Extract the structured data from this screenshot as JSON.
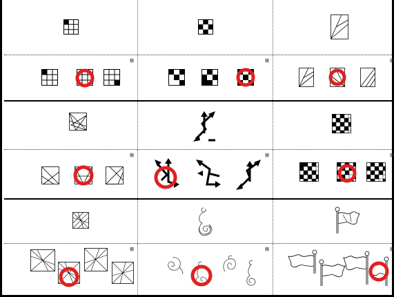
{
  "page": {
    "mirror_mark": "鏡",
    "answer_ring_color": "#e02020"
  },
  "rows": [
    {
      "type": "prompt",
      "puzzles": [
        "grid-3x3",
        "checker-3x3",
        "triangle-square"
      ]
    },
    {
      "type": "options",
      "puzzles": [
        "grid-options",
        "checker-options",
        "triangle-options"
      ],
      "answers": [
        2,
        3,
        2
      ]
    },
    {
      "type": "prompt",
      "puzzles": [
        "star-square",
        "double-arrow",
        "pixel-grid"
      ]
    },
    {
      "type": "options",
      "puzzles": [
        "star-options",
        "arrow-options",
        "pixel-options"
      ],
      "answers": [
        2,
        1,
        2
      ]
    },
    {
      "type": "prompt",
      "puzzles": [
        "triangulated-square",
        "snake-spiral",
        "flag-on-pole"
      ]
    },
    {
      "type": "options",
      "puzzles": [
        "triangulated-options",
        "snake-options",
        "flag-options"
      ],
      "answers": [
        2,
        2,
        4
      ]
    }
  ]
}
